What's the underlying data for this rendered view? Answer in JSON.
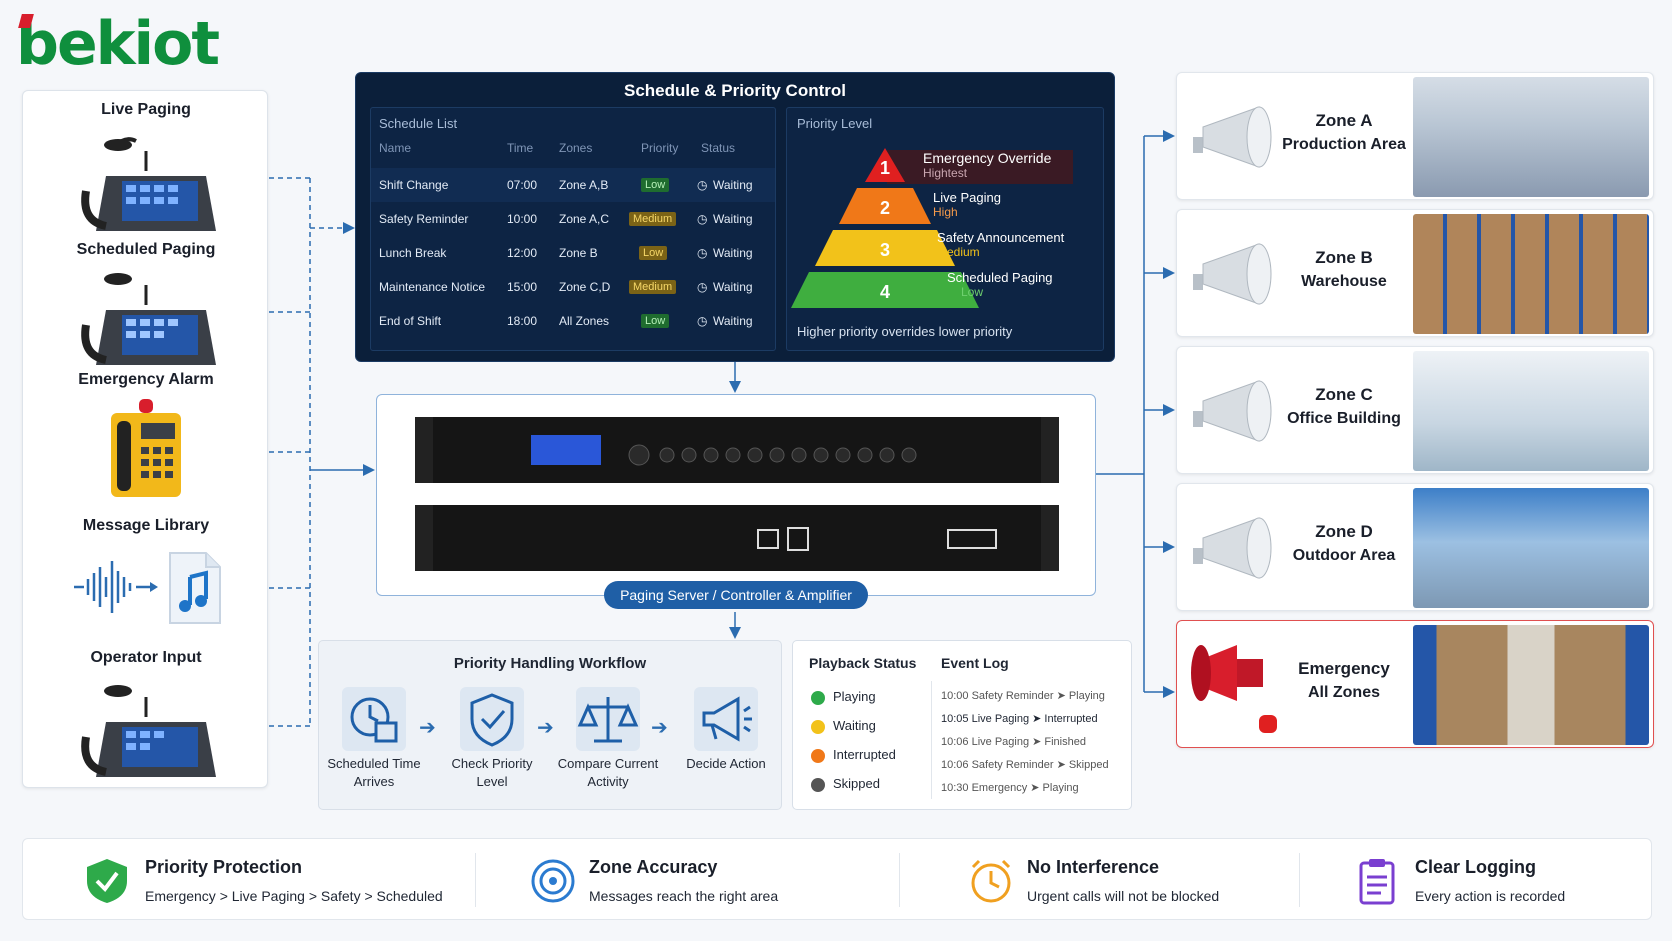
{
  "logo": {
    "text": "bekiot"
  },
  "sources": [
    {
      "label": "Live Paging",
      "icon": "desk-phone-icon"
    },
    {
      "label": "Scheduled Paging",
      "icon": "desk-phone-icon"
    },
    {
      "label": "Emergency Alarm",
      "icon": "emergency-phone-icon"
    },
    {
      "label": "Message Library",
      "icon": "audio-file-icon"
    },
    {
      "label": "Operator Input",
      "icon": "desk-phone-icon"
    }
  ],
  "schedule": {
    "title": "Schedule & Priority Control",
    "list_title": "Schedule List",
    "headers": [
      "Name",
      "Time",
      "Zones",
      "Priority",
      "Status"
    ],
    "rows": [
      {
        "name": "Shift Change",
        "time": "07:00",
        "zones": "Zone A,B",
        "priority": "Low",
        "status": "Waiting"
      },
      {
        "name": "Safety Reminder",
        "time": "10:00",
        "zones": "Zone A,C",
        "priority": "Medium",
        "status": "Waiting"
      },
      {
        "name": "Lunch Break",
        "time": "12:00",
        "zones": "Zone B",
        "priority": "Low",
        "status": "Waiting"
      },
      {
        "name": "Maintenance Notice",
        "time": "15:00",
        "zones": "Zone C,D",
        "priority": "Medium",
        "status": "Waiting"
      },
      {
        "name": "End of Shift",
        "time": "18:00",
        "zones": "All Zones",
        "priority": "Low",
        "status": "Waiting"
      }
    ]
  },
  "priority": {
    "title": "Priority Level",
    "levels": [
      {
        "num": "1",
        "name": "Emergency Override",
        "level": "Hightest",
        "color": "#e02020"
      },
      {
        "num": "2",
        "name": "Live Paging",
        "level": "High",
        "color": "#f07818"
      },
      {
        "num": "3",
        "name": "Safety Announcement",
        "level": "Medium",
        "color": "#f2c21a"
      },
      {
        "num": "4",
        "name": "Scheduled Paging",
        "level": "Low",
        "color": "#3fae3f"
      }
    ],
    "note": "Higher priority overrides lower priority"
  },
  "server": {
    "label": "Paging Server / Controller & Amplifier"
  },
  "workflow": {
    "title": "Priority Handling Workflow",
    "steps": [
      {
        "label": "Scheduled Time Arrives",
        "icon": "calendar-clock-icon"
      },
      {
        "label": "Check Priority Level",
        "icon": "shield-check-icon"
      },
      {
        "label": "Compare Current Activity",
        "icon": "scale-icon"
      },
      {
        "label": "Decide Action",
        "icon": "megaphone-icon"
      }
    ]
  },
  "playback": {
    "title": "Playback Status",
    "items": [
      {
        "label": "Playing",
        "color": "#2eaa4a"
      },
      {
        "label": "Waiting",
        "color": "#f2c21a"
      },
      {
        "label": "Interrupted",
        "color": "#f07818"
      },
      {
        "label": "Skipped",
        "color": "#555555"
      }
    ]
  },
  "eventlog": {
    "title": "Event Log",
    "events": [
      "10:00 Safety Reminder ➤ Playing",
      "10:05 Live Paging ➤ Interrupted",
      "10:06 Live Paging ➤ Finished",
      "10:06 Safety Reminder ➤ Skipped",
      "10:30 Emergency ➤ Playing"
    ]
  },
  "zones": [
    {
      "name": "Zone A",
      "area": "Production Area",
      "accent": "#8a9ab0"
    },
    {
      "name": "Zone B",
      "area": "Warehouse",
      "accent": "#b0855a"
    },
    {
      "name": "Zone C",
      "area": "Office Building",
      "accent": "#9fb6c8"
    },
    {
      "name": "Zone D",
      "area": "Outdoor Area",
      "accent": "#7d98b3"
    },
    {
      "name": "Emergency",
      "area": "All Zones",
      "accent": "#a8865f"
    }
  ],
  "features": [
    {
      "title": "Priority Protection",
      "sub": "Emergency > Live Paging > Safety > Scheduled",
      "icon": "shield-check-icon",
      "color": "#2eaa4a"
    },
    {
      "title": "Zone Accuracy",
      "sub": "Messages reach the right area",
      "icon": "target-icon",
      "color": "#2b7bd0"
    },
    {
      "title": "No Interference",
      "sub": "Urgent calls will not be blocked",
      "icon": "alarm-clock-icon",
      "color": "#f0a020"
    },
    {
      "title": "Clear Logging",
      "sub": "Every action is recorded",
      "icon": "clipboard-icon",
      "color": "#7a3fd0"
    }
  ]
}
